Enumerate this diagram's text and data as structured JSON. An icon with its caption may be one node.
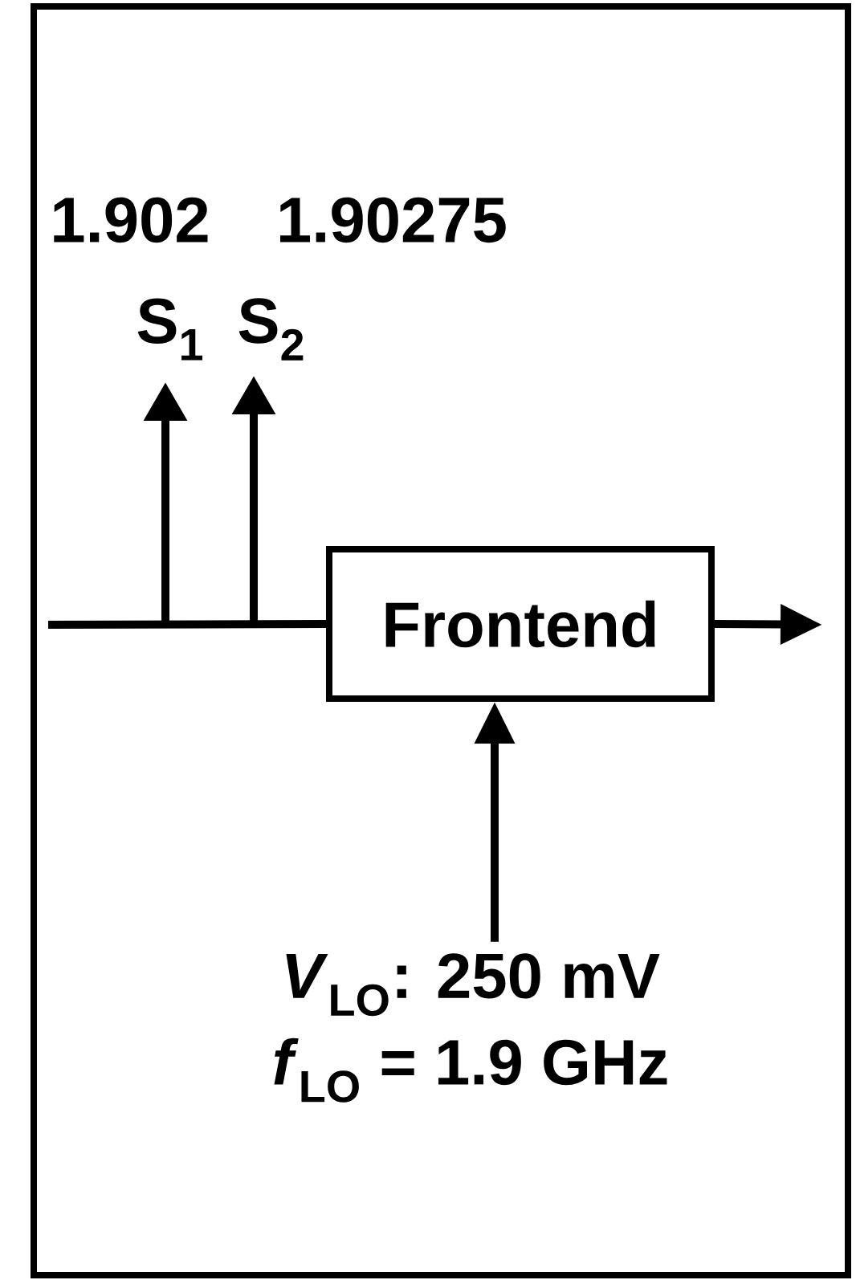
{
  "diagram": {
    "nodes": [
      {
        "text": [
          "Frontend"
        ]
      },
      {
        "text": [
          "*V*$_{LO}$: 250 mV",
          "*f*$_{LO}$ = 1.9 GHz"
        ]
      }
    ],
    "edges": [
      {
        "from": null,
        "to": 0,
        "arrow": "none"
      },
      {
        "from": 0,
        "to": null,
        "arrow": "to"
      },
      {
        "from": 1,
        "to": 0,
        "arrow": "to"
      }
    ],
    "labels": [
      "1.902",
      "1.90275",
      "S$_{1}$",
      "S$_{2}$"
    ]
  }
}
